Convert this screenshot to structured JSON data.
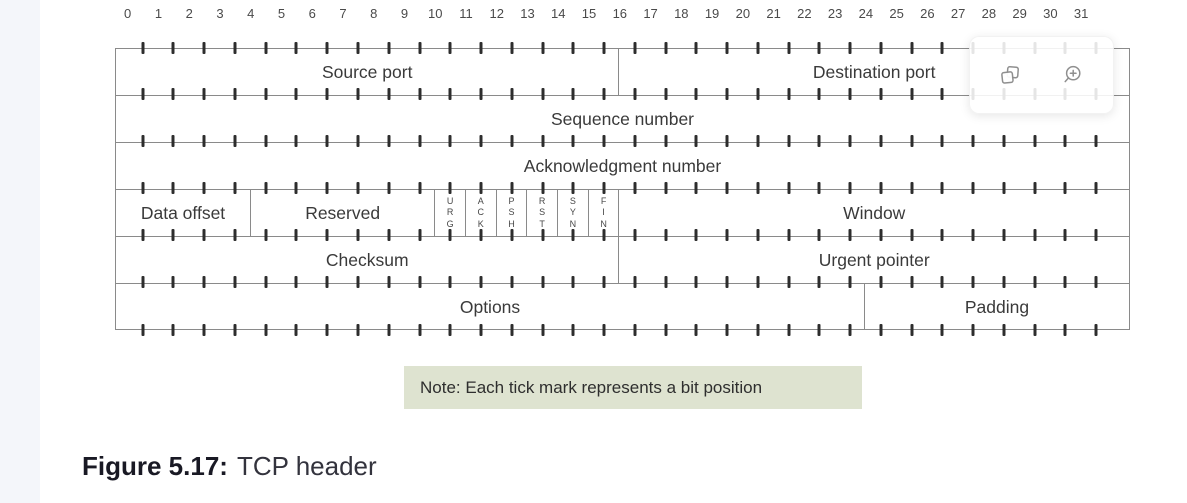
{
  "page": {
    "background": "#ffffff",
    "left_strip_color": "#f4f6fa"
  },
  "toolbar": {
    "buttons": [
      {
        "name": "copy",
        "icon": "copy-icon"
      },
      {
        "name": "zoom-in",
        "icon": "zoom-in-icon"
      }
    ]
  },
  "diagram": {
    "line_color": "#8a8a8a",
    "tick_color": "#2d2d2d",
    "note_bg": "#dee3d0",
    "bit_labels": [
      "0",
      "1",
      "2",
      "3",
      "4",
      "5",
      "6",
      "7",
      "8",
      "9",
      "10",
      "11",
      "12",
      "13",
      "14",
      "15",
      "16",
      "17",
      "18",
      "19",
      "20",
      "21",
      "22",
      "23",
      "24",
      "25",
      "26",
      "27",
      "28",
      "29",
      "30",
      "31"
    ],
    "rows": [
      {
        "fields": [
          {
            "label": "Source port",
            "bits": 16
          },
          {
            "label": "Destination port",
            "bits": 16
          }
        ]
      },
      {
        "fields": [
          {
            "label": "Sequence number",
            "bits": 32
          }
        ]
      },
      {
        "fields": [
          {
            "label": "Acknowledgment number",
            "bits": 32
          }
        ]
      },
      {
        "fields": [
          {
            "label": "Data offset",
            "bits": 4
          },
          {
            "label": "Reserved",
            "bits": 6
          },
          {
            "label": "URG",
            "bits": 1,
            "stacked": true
          },
          {
            "label": "ACK",
            "bits": 1,
            "stacked": true
          },
          {
            "label": "PSH",
            "bits": 1,
            "stacked": true
          },
          {
            "label": "RST",
            "bits": 1,
            "stacked": true
          },
          {
            "label": "SYN",
            "bits": 1,
            "stacked": true
          },
          {
            "label": "FIN",
            "bits": 1,
            "stacked": true
          },
          {
            "label": "Window",
            "bits": 16
          }
        ]
      },
      {
        "fields": [
          {
            "label": "Checksum",
            "bits": 16
          },
          {
            "label": "Urgent pointer",
            "bits": 16
          }
        ]
      },
      {
        "fields": [
          {
            "label": "Options",
            "bits": 24
          },
          {
            "label": "Padding",
            "bits": 8
          }
        ]
      }
    ],
    "note_text": "Note: Each tick mark represents a bit position"
  },
  "caption": {
    "figure_label": "Figure 5.17:",
    "figure_title": "TCP header"
  }
}
